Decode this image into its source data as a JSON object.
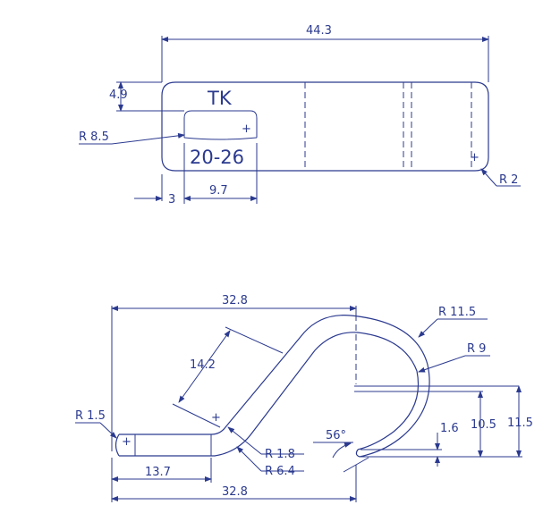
{
  "top_view": {
    "dim_length": "44.3",
    "dim_top_offset": "4.9",
    "radius_slot": "R 8.5",
    "radius_corner": "R 2",
    "dim_left_offset": "3",
    "dim_slot_width": "9.7",
    "engraving_line1": "TK",
    "engraving_line2": "20-26"
  },
  "side_view": {
    "dim_overall_top": "32.8",
    "dim_overall_bottom": "32.8",
    "dim_flat": "13.7",
    "dim_slope": "14.2",
    "radius_outer_hook": "R 11.5",
    "radius_inner_hook": "R 9",
    "radius_tip": "R 1.5",
    "radius_bend_small": "R 1.8",
    "radius_bend_large": "R 6.4",
    "angle": "56°",
    "dim_thickness": "1.6",
    "dim_height_inner": "10.5",
    "dim_height_outer": "11.5"
  },
  "colors": {
    "line": "#2b3a8f",
    "background": "#ffffff"
  }
}
